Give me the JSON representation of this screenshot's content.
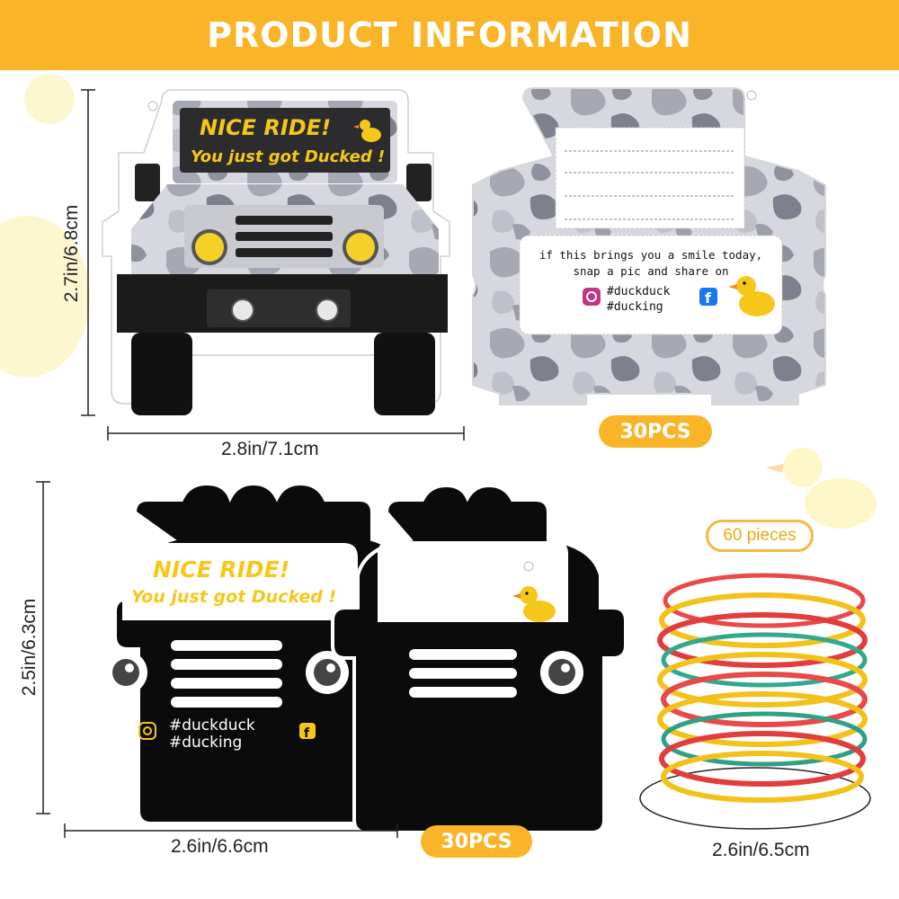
{
  "banner": {
    "title": "PRODUCT INFORMATION"
  },
  "card1": {
    "headline": "NICE RIDE!",
    "subline": "You just got Ducked !",
    "width_label": "2.8in/7.1cm",
    "height_label": "2.7in/6.8cm"
  },
  "card2": {
    "message_line1": "if this brings you a smile today,",
    "message_line2": "snap a pic and share on",
    "hashtag1": "#duckduck",
    "hashtag2": "#ducking",
    "count": "30PCS"
  },
  "card3": {
    "headline": "NICE RIDE!",
    "subline": "You just got Ducked !",
    "hashtag1": "#duckduck",
    "hashtag2": "#ducking",
    "width_label": "2.6in/6.6cm",
    "height_label": "2.5in/6.3cm",
    "count": "30PCS"
  },
  "bands": {
    "count": "60 pieces",
    "width_label": "2.6in/6.5cm"
  },
  "colors": {
    "accent": "#f9b428",
    "headline_yellow": "#f6c71b",
    "card_black": "#0b0b0b",
    "camo_gray": "#a9abb6"
  }
}
